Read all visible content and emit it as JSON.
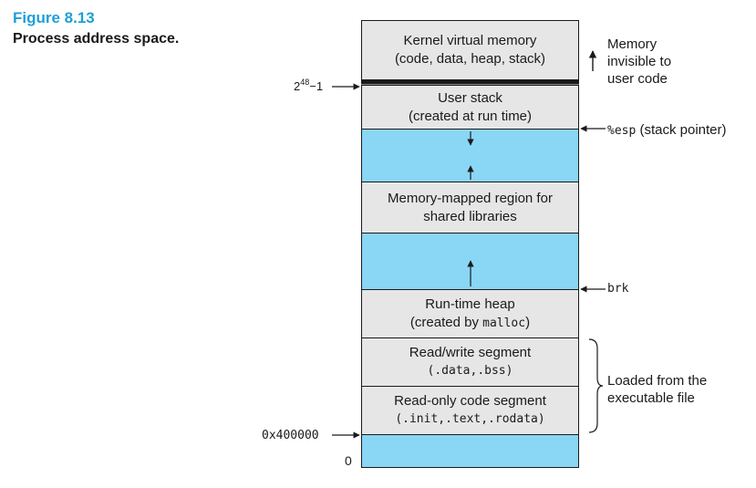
{
  "figure": {
    "number": "Figure 8.13",
    "title": "Process address space."
  },
  "segments": {
    "kernel": {
      "line1": "Kernel virtual memory",
      "line2": "(code, data, heap, stack)"
    },
    "user_stack": {
      "line1": "User stack",
      "line2": "(created at run time)"
    },
    "mmap": {
      "line1": "Memory-mapped region for",
      "line2": "shared libraries"
    },
    "heap": {
      "line1": "Run-time heap",
      "line2_prefix": "(created by ",
      "line2_code": "malloc",
      "line2_suffix": ")"
    },
    "rw": {
      "line1": "Read/write segment",
      "line2": "(.data,.bss)"
    },
    "ro": {
      "line1": "Read-only code segment",
      "line2": "(.init,.text,.rodata)"
    }
  },
  "left_labels": {
    "top_address_base": "2",
    "top_address_exp": "48",
    "top_address_suffix": "−1",
    "start_address": "0x400000",
    "zero": "0"
  },
  "right_labels": {
    "memory_invisible": [
      "Memory",
      "invisible to",
      "user code"
    ],
    "esp_code": "%esp",
    "esp_text": "(stack pointer)",
    "brk": "brk",
    "loaded": [
      "Loaded from the",
      "executable file"
    ]
  },
  "colors": {
    "caption_accent": "#1f9fd6",
    "segment_gray": "#e6e6e6",
    "segment_blue": "#8ad6f5"
  }
}
